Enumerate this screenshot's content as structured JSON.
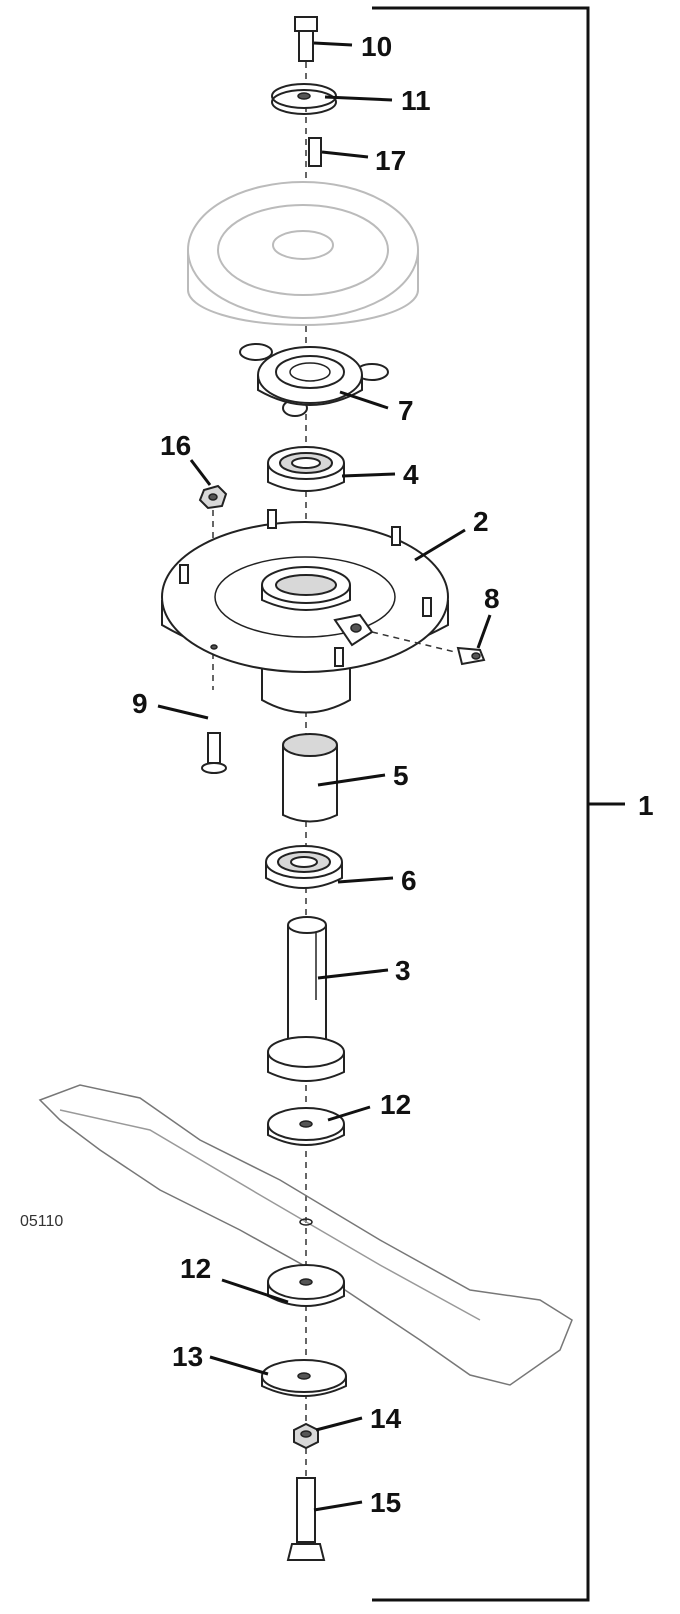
{
  "figure": {
    "drawing_number": "05110",
    "callouts": [
      {
        "id": "10",
        "label": "10"
      },
      {
        "id": "11",
        "label": "11"
      },
      {
        "id": "17",
        "label": "17"
      },
      {
        "id": "7",
        "label": "7"
      },
      {
        "id": "16",
        "label": "16"
      },
      {
        "id": "4",
        "label": "4"
      },
      {
        "id": "2",
        "label": "2"
      },
      {
        "id": "8",
        "label": "8"
      },
      {
        "id": "9",
        "label": "9"
      },
      {
        "id": "5",
        "label": "5"
      },
      {
        "id": "1",
        "label": "1"
      },
      {
        "id": "6",
        "label": "6"
      },
      {
        "id": "3",
        "label": "3"
      },
      {
        "id": "12a",
        "label": "12"
      },
      {
        "id": "12b",
        "label": "12"
      },
      {
        "id": "13",
        "label": "13"
      },
      {
        "id": "14",
        "label": "14"
      },
      {
        "id": "15",
        "label": "15"
      }
    ]
  }
}
